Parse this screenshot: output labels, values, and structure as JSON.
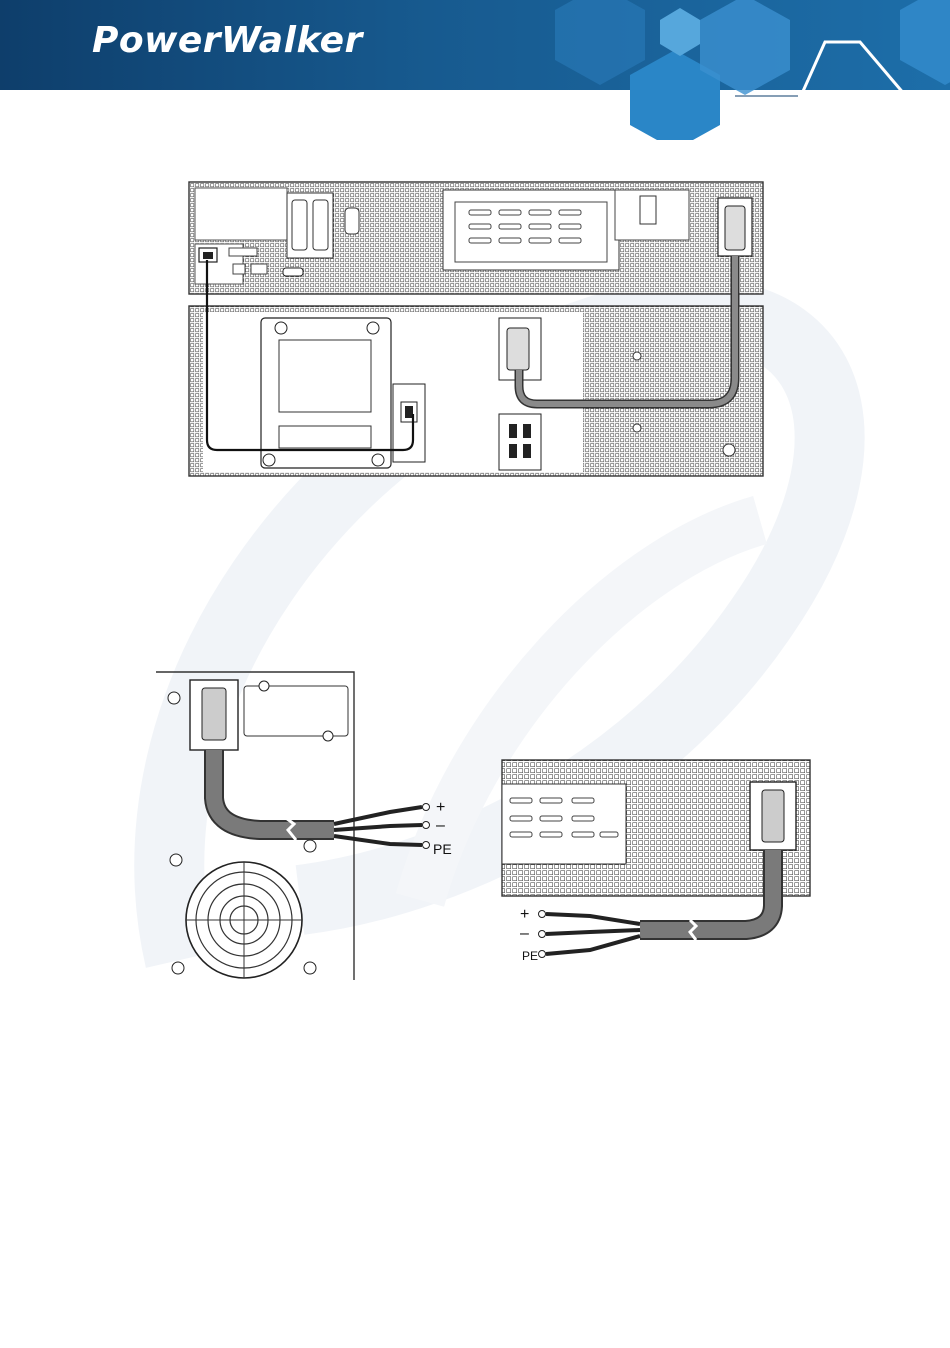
{
  "header": {
    "brand": "PowerWalker",
    "colors": {
      "dark_blue": "#0e3e6b",
      "mid_blue": "#1a5f96",
      "hex_blue": "#1f78b8",
      "accent_light": "#dde8f2"
    }
  },
  "figures": {
    "rack_connection": {
      "icon": "ups-rack-battery-connection-diagram"
    },
    "tower_cable": {
      "icon": "battery-cable-tower-diagram",
      "terminal_labels": {
        "plus": "+",
        "minus": "–",
        "pe": "PE"
      }
    },
    "rack_cable": {
      "icon": "battery-cable-rack-diagram",
      "terminal_labels": {
        "plus": "+",
        "minus": "–",
        "pe": "PE"
      }
    }
  }
}
